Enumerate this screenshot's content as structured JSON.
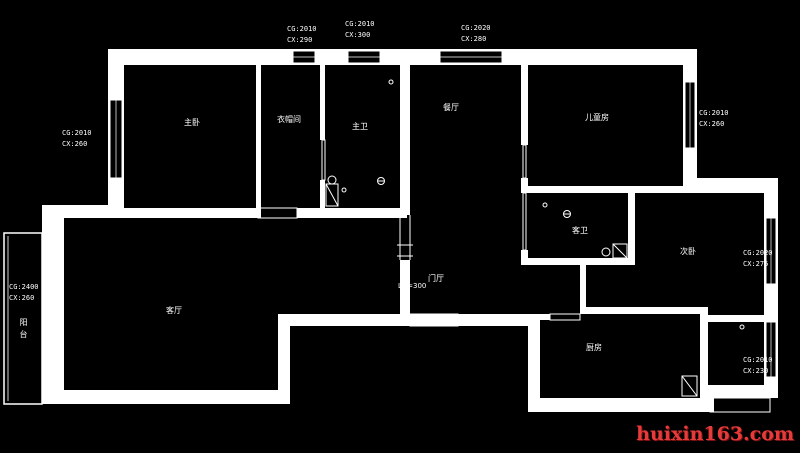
{
  "rooms": {
    "master_bedroom": "主卧",
    "walk_in_closet": "衣帽间",
    "master_bath": "主卫",
    "dining": "餐厅",
    "kids_room": "儿童房",
    "guest_bath": "客卫",
    "second_bedroom": "次卧",
    "living_room": "客厅",
    "foyer": "门厅",
    "kitchen": "厨房",
    "balcony": "阳台"
  },
  "windows": {
    "w1": {
      "cg": "CG:2010",
      "cx": "CX:290"
    },
    "w2": {
      "cg": "CG:2010",
      "cx": "CX:300"
    },
    "w3": {
      "cg": "CG:2020",
      "cx": "CX:280"
    },
    "w4": {
      "cg": "CG:2010",
      "cx": "CX:260"
    },
    "w5": {
      "cg": "CG:2010",
      "cx": "CX:260"
    },
    "w6": {
      "cg": "CG:2020",
      "cx": "CX:275"
    },
    "w7": {
      "cg": "CG:2400",
      "cx": "CX:260"
    },
    "w8": {
      "cg": "CG:2010",
      "cx": "CX:230"
    }
  },
  "door_note": "LH=300",
  "watermark": "huixin163.com"
}
